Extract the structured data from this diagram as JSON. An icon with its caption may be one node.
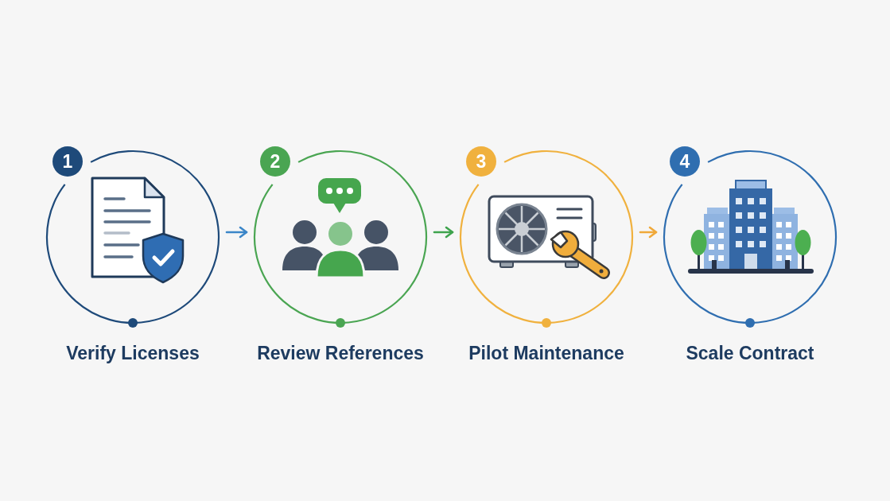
{
  "diagram": {
    "nodes": [
      {
        "text": [
          "1",
          "Verify Licenses"
        ]
      },
      {
        "text": [
          "2",
          "Review References"
        ]
      },
      {
        "text": [
          "3",
          "Pilot Maintenance"
        ]
      },
      {
        "text": [
          "4",
          "Scale Contract"
        ]
      }
    ],
    "edges": [
      {
        "from": 0,
        "to": 1,
        "arrow": "to",
        "color": "#3b86c8"
      },
      {
        "from": 1,
        "to": 2,
        "arrow": "to",
        "color": "#3ea34d"
      },
      {
        "from": 2,
        "to": 3,
        "arrow": "to",
        "color": "#f0a93a"
      }
    ]
  }
}
